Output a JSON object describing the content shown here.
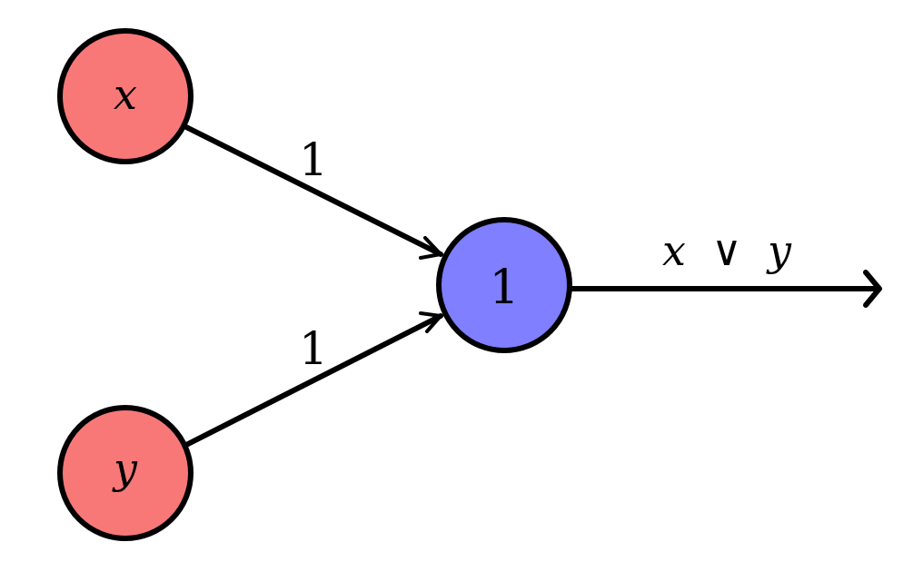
{
  "colors": {
    "input_fill": "#f87878",
    "neuron_fill": "#7f7fff",
    "stroke": "#000000",
    "background": "#ffffff"
  },
  "nodes": {
    "input_x": {
      "label": "x"
    },
    "input_y": {
      "label": "y"
    },
    "neuron": {
      "label": "1"
    }
  },
  "edges": {
    "x_to_neuron": {
      "weight": "1"
    },
    "y_to_neuron": {
      "weight": "1"
    },
    "output": {
      "label_left": "x",
      "label_op": "∨",
      "label_right": "y"
    }
  }
}
